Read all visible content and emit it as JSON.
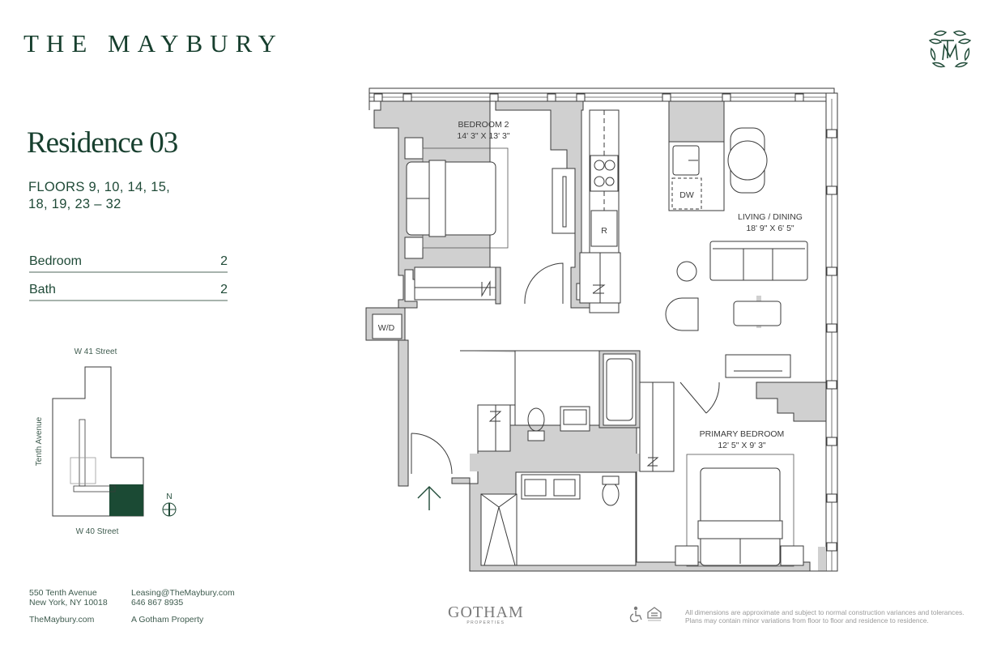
{
  "header": {
    "brand": "THE MAYBURY",
    "logo_icon": "tm-monogram-laurel-icon"
  },
  "residence": {
    "title": "Residence 03",
    "floors_line1": "FLOORS 9, 10, 14, 15,",
    "floors_line2": "18, 19, 23 – 32",
    "specs": [
      {
        "label": "Bedroom",
        "value": "2"
      },
      {
        "label": "Bath",
        "value": "2"
      }
    ]
  },
  "keyplan": {
    "north_street": "W 41 Street",
    "south_street": "W 40 Street",
    "west_street": "Tenth Avenue",
    "compass_label": "N",
    "highlight_color": "#1b4a34"
  },
  "floorplan": {
    "rooms": [
      {
        "name": "BEDROOM 2",
        "dims": "14' 3\" X 13' 3\""
      },
      {
        "name": "LIVING / DINING",
        "dims": "18' 9\" X 6' 5\""
      },
      {
        "name": "PRIMARY BEDROOM",
        "dims": "12' 5\" X 9' 3\""
      }
    ],
    "fixtures": {
      "dishwasher": "DW",
      "refrigerator": "R",
      "washer_dryer": "W/D"
    },
    "wall_color": "#d0d0d0",
    "line_color": "#3a3a3a"
  },
  "footer": {
    "address_line1": "550 Tenth Avenue",
    "address_line2": "New York, NY 10018",
    "website": "TheMaybury.com",
    "email": "Leasing@TheMaybury.com",
    "phone": "646 867 8935",
    "property_of": "A Gotham Property",
    "developer_logo": "GOTHAM",
    "developer_sub": "PROPERTIES",
    "disclaimer_line1": "All dimensions are approximate and subject to normal construction variances and tolerances.",
    "disclaimer_line2": "Plans may contain minor variations from floor to floor and residence to residence."
  },
  "colors": {
    "brand_green": "#173f2e",
    "text_green": "#1f4a37",
    "divider": "#a7b3ad"
  }
}
